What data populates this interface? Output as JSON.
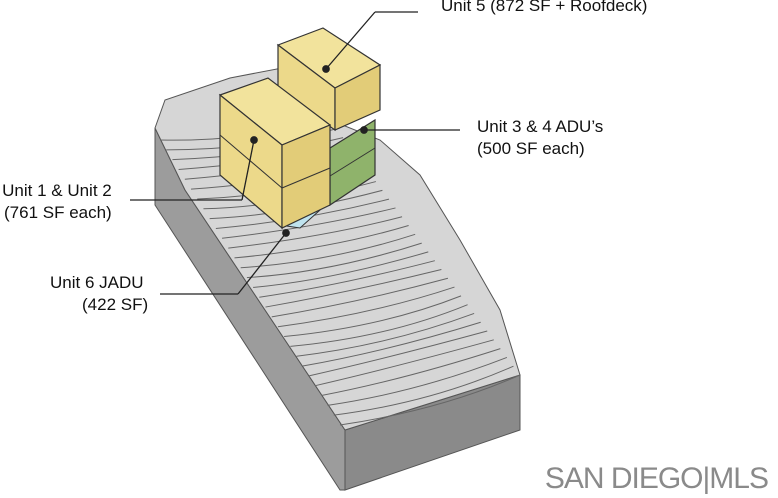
{
  "labels": {
    "unit5": "Unit 5 (872 SF + Roofdeck)",
    "unit34_line1": "Unit 3 & 4 ADU’s",
    "unit34_line2": "(500 SF each)",
    "unit12_line1": "Unit 1 & Unit 2",
    "unit12_line2": "(761 SF each)",
    "unit6_line1": "Unit 6 JADU",
    "unit6_line2": "(422 SF)"
  },
  "watermark": "SAN DIEGO|MLS",
  "colors": {
    "unit_yellow": "#ecd98a",
    "unit_yellow_dark": "#d8c06a",
    "unit_green": "#8fb36b",
    "unit_blue": "#bfe3ee",
    "terrain_top": "#d6d6d6",
    "terrain_side": "#9c9c9c",
    "terrain_front": "#b8b8b8"
  }
}
